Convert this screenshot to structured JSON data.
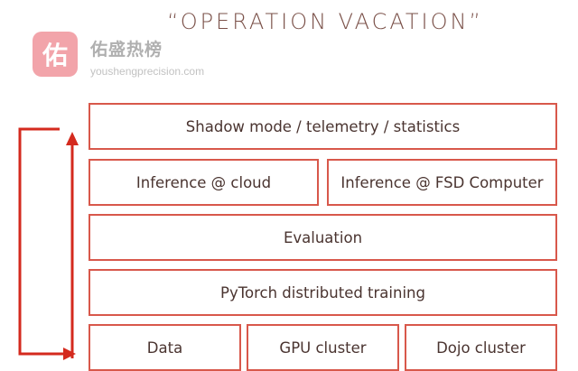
{
  "title": "“OPERATION VACATION”",
  "watermark": {
    "logo_char": "佑",
    "name": "佑盛热榜",
    "url": "youshengprecision.com"
  },
  "layers": {
    "shadow_mode": "Shadow mode / telemetry / statistics",
    "inference_cloud": "Inference @ cloud",
    "inference_fsd": "Inference @ FSD Computer",
    "evaluation": "Evaluation",
    "pytorch": "PyTorch distributed training",
    "data": "Data",
    "gpu_cluster": "GPU cluster",
    "dojo_cluster": "Dojo cluster"
  },
  "colors": {
    "accent": "#d8584b",
    "arrow": "#d42a1e",
    "text": "#4a3430"
  }
}
